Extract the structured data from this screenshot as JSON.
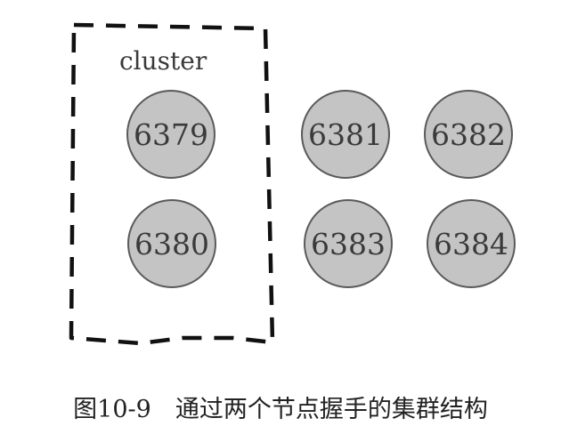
{
  "cluster": {
    "label": "cluster"
  },
  "nodes": [
    {
      "id": "6379",
      "label": "6379"
    },
    {
      "id": "6380",
      "label": "6380"
    },
    {
      "id": "6381",
      "label": "6381"
    },
    {
      "id": "6382",
      "label": "6382"
    },
    {
      "id": "6383",
      "label": "6383"
    },
    {
      "id": "6384",
      "label": "6384"
    }
  ],
  "caption": "图10-9　通过两个节点握手的集群结构",
  "colors": {
    "node_fill": "#c4c4c4",
    "node_stroke": "#5a5a5a",
    "border": "#111111"
  }
}
